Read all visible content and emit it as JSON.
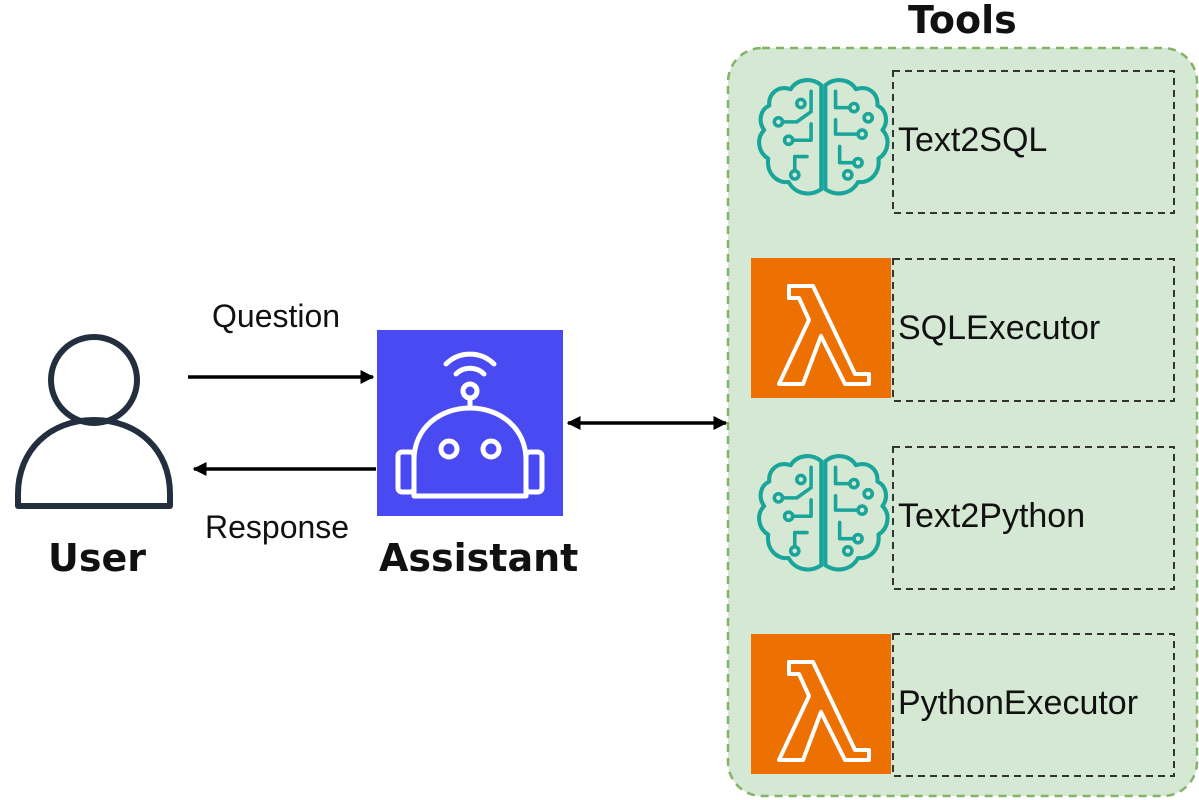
{
  "user": {
    "label": "User"
  },
  "assistant": {
    "label": "Assistant",
    "icon": "robot-icon",
    "color": "#4a4af2"
  },
  "edges": {
    "question_label": "Question",
    "response_label": "Response"
  },
  "tools": {
    "title": "Tools",
    "panel_fill": "#d5e8d4",
    "panel_border": "#82b366",
    "items": [
      {
        "label": "Text2SQL",
        "icon": "brain-icon",
        "icon_color": "#1aa59a"
      },
      {
        "label": "SQLExecutor",
        "icon": "lambda-icon",
        "icon_color": "#ed7100"
      },
      {
        "label": "Text2Python",
        "icon": "brain-icon",
        "icon_color": "#1aa59a"
      },
      {
        "label": "PythonExecutor",
        "icon": "lambda-icon",
        "icon_color": "#ed7100"
      }
    ]
  }
}
